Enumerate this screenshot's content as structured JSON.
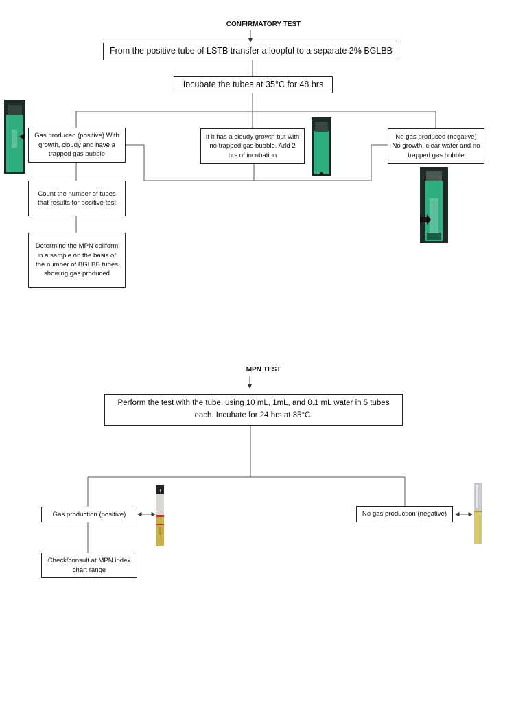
{
  "confirmatory": {
    "heading": "CONFIRMATORY TEST",
    "step1": "From the positive tube of LSTB transfer a loopful to a separate 2% BGLBB",
    "step2": "Incubate the tubes at 35°C for 48 hrs",
    "positive": "Gas produced (positive) With growth, cloudy and have a trapped gas bubble",
    "cloudy": "If it has a cloudy growth but with no trapped gas bubble. Add 2 hrs of incubation",
    "negative": "No gas produced (negative) No growth, clear water and no trapped gas bubble",
    "count": "Count the number of tubes that results for positive test",
    "determine": "Determine the MPN coliform in a sample on the basis of the number of BGLBB tubes showing gas produced"
  },
  "mpn": {
    "heading": "MPN TEST",
    "step1": "Perform the test with the tube, using 10 mL, 1mL, and 0.1 mL water in 5 tubes each. Incubate for 24 hrs at 35°C.",
    "positive": "Gas production (positive)",
    "negative": "No gas production (negative)",
    "check": "Check/consult at MPN index chart range",
    "tube_label": "1"
  },
  "colors": {
    "bglbb_green": "#2fae7f",
    "mpn_yellow": "#c9b24a",
    "tube_dark": "#1c2a24"
  }
}
